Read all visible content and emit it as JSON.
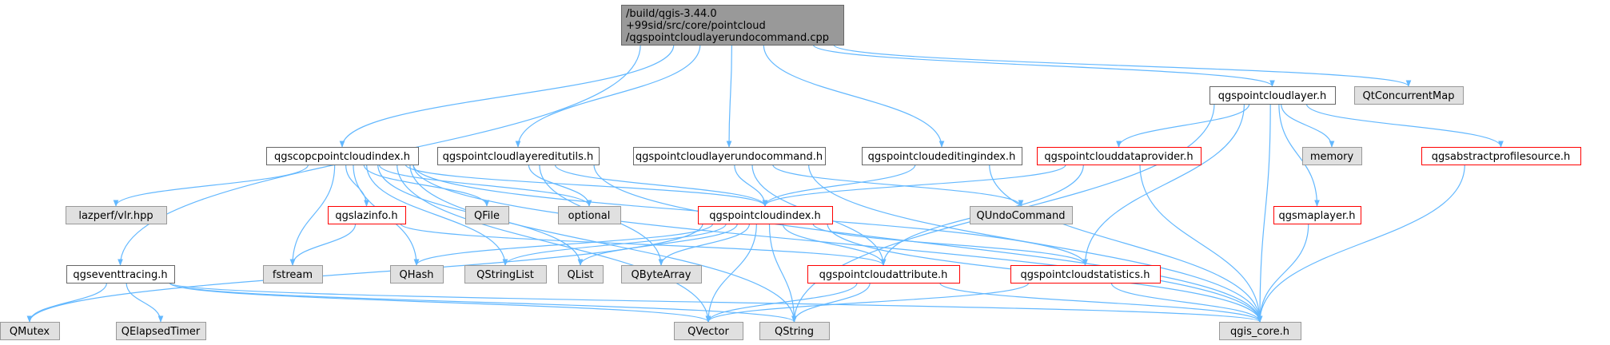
{
  "diagram": {
    "root": {
      "lines": [
        "/build/qgis-3.44.0",
        "+99sid/src/core/pointcloud",
        "/qgspointcloudlayerundocommand.cpp"
      ]
    },
    "nodes": {
      "qgspointcloudlayer_h": "qgspointcloudlayer.h",
      "qtconcurrentmap": "QtConcurrentMap",
      "qgscopcpointcloudindex_h": "qgscopcpointcloudindex.h",
      "qgspointcloudlayereditutils_h": "qgspointcloudlayereditutils.h",
      "qgspointcloudlayerundocommand_h": "qgspointcloudlayerundocommand.h",
      "qgspointcloudeditingindex_h": "qgspointcloudeditingindex.h",
      "qgspointclouddataprovider_h": "qgspointclouddataprovider.h",
      "memory": "memory",
      "qgsabstractprofilesource_h": "qgsabstractprofilesource.h",
      "lazperf_vlr_hpp": "lazperf/vlr.hpp",
      "qgslazinfo_h": "qgslazinfo.h",
      "qfile": "QFile",
      "optional": "optional",
      "qgspointcloudindex_h": "qgspointcloudindex.h",
      "qundocommand": "QUndoCommand",
      "qgsmaplayer_h": "qgsmaplayer.h",
      "qgseventtracing_h": "qgseventtracing.h",
      "fstream": "fstream",
      "qhash": "QHash",
      "qstringlist": "QStringList",
      "qlist": "QList",
      "qbytearray": "QByteArray",
      "qgspointcloudattribute_h": "qgspointcloudattribute.h",
      "qgspointcloudstatistics_h": "qgspointcloudstatistics.h",
      "qmutex": "QMutex",
      "qelapsedtimer": "QElapsedTimer",
      "qvector": "QVector",
      "qstring": "QString",
      "qgis_core_h": "qgis_core.h"
    },
    "colors": {
      "root_fill": "#999999",
      "root_stroke": "#666666",
      "documented_fill": "#ffffff",
      "documented_stroke": "#666666",
      "undocumented_border": "#ff0000",
      "external_fill": "#e0e0e0",
      "external_stroke": "#999999",
      "edge": "#63b8ff"
    }
  }
}
